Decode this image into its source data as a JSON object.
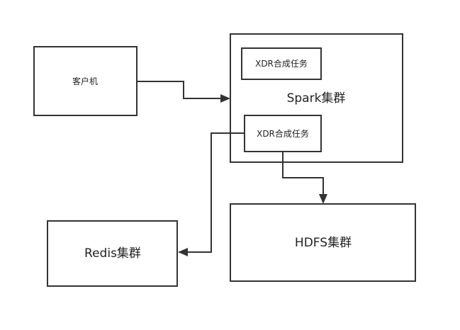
{
  "diagram": {
    "client": {
      "label": "客户机"
    },
    "spark": {
      "label": "Spark集群",
      "task_top": {
        "label": "XDR合成任务"
      },
      "task_bottom": {
        "label": "XDR合成任务"
      }
    },
    "redis": {
      "label": "Redis集群"
    },
    "hdfs": {
      "label": "HDFS集群"
    },
    "colors": {
      "stroke": "#333333",
      "background": "#ffffff",
      "text": "#222222"
    }
  }
}
